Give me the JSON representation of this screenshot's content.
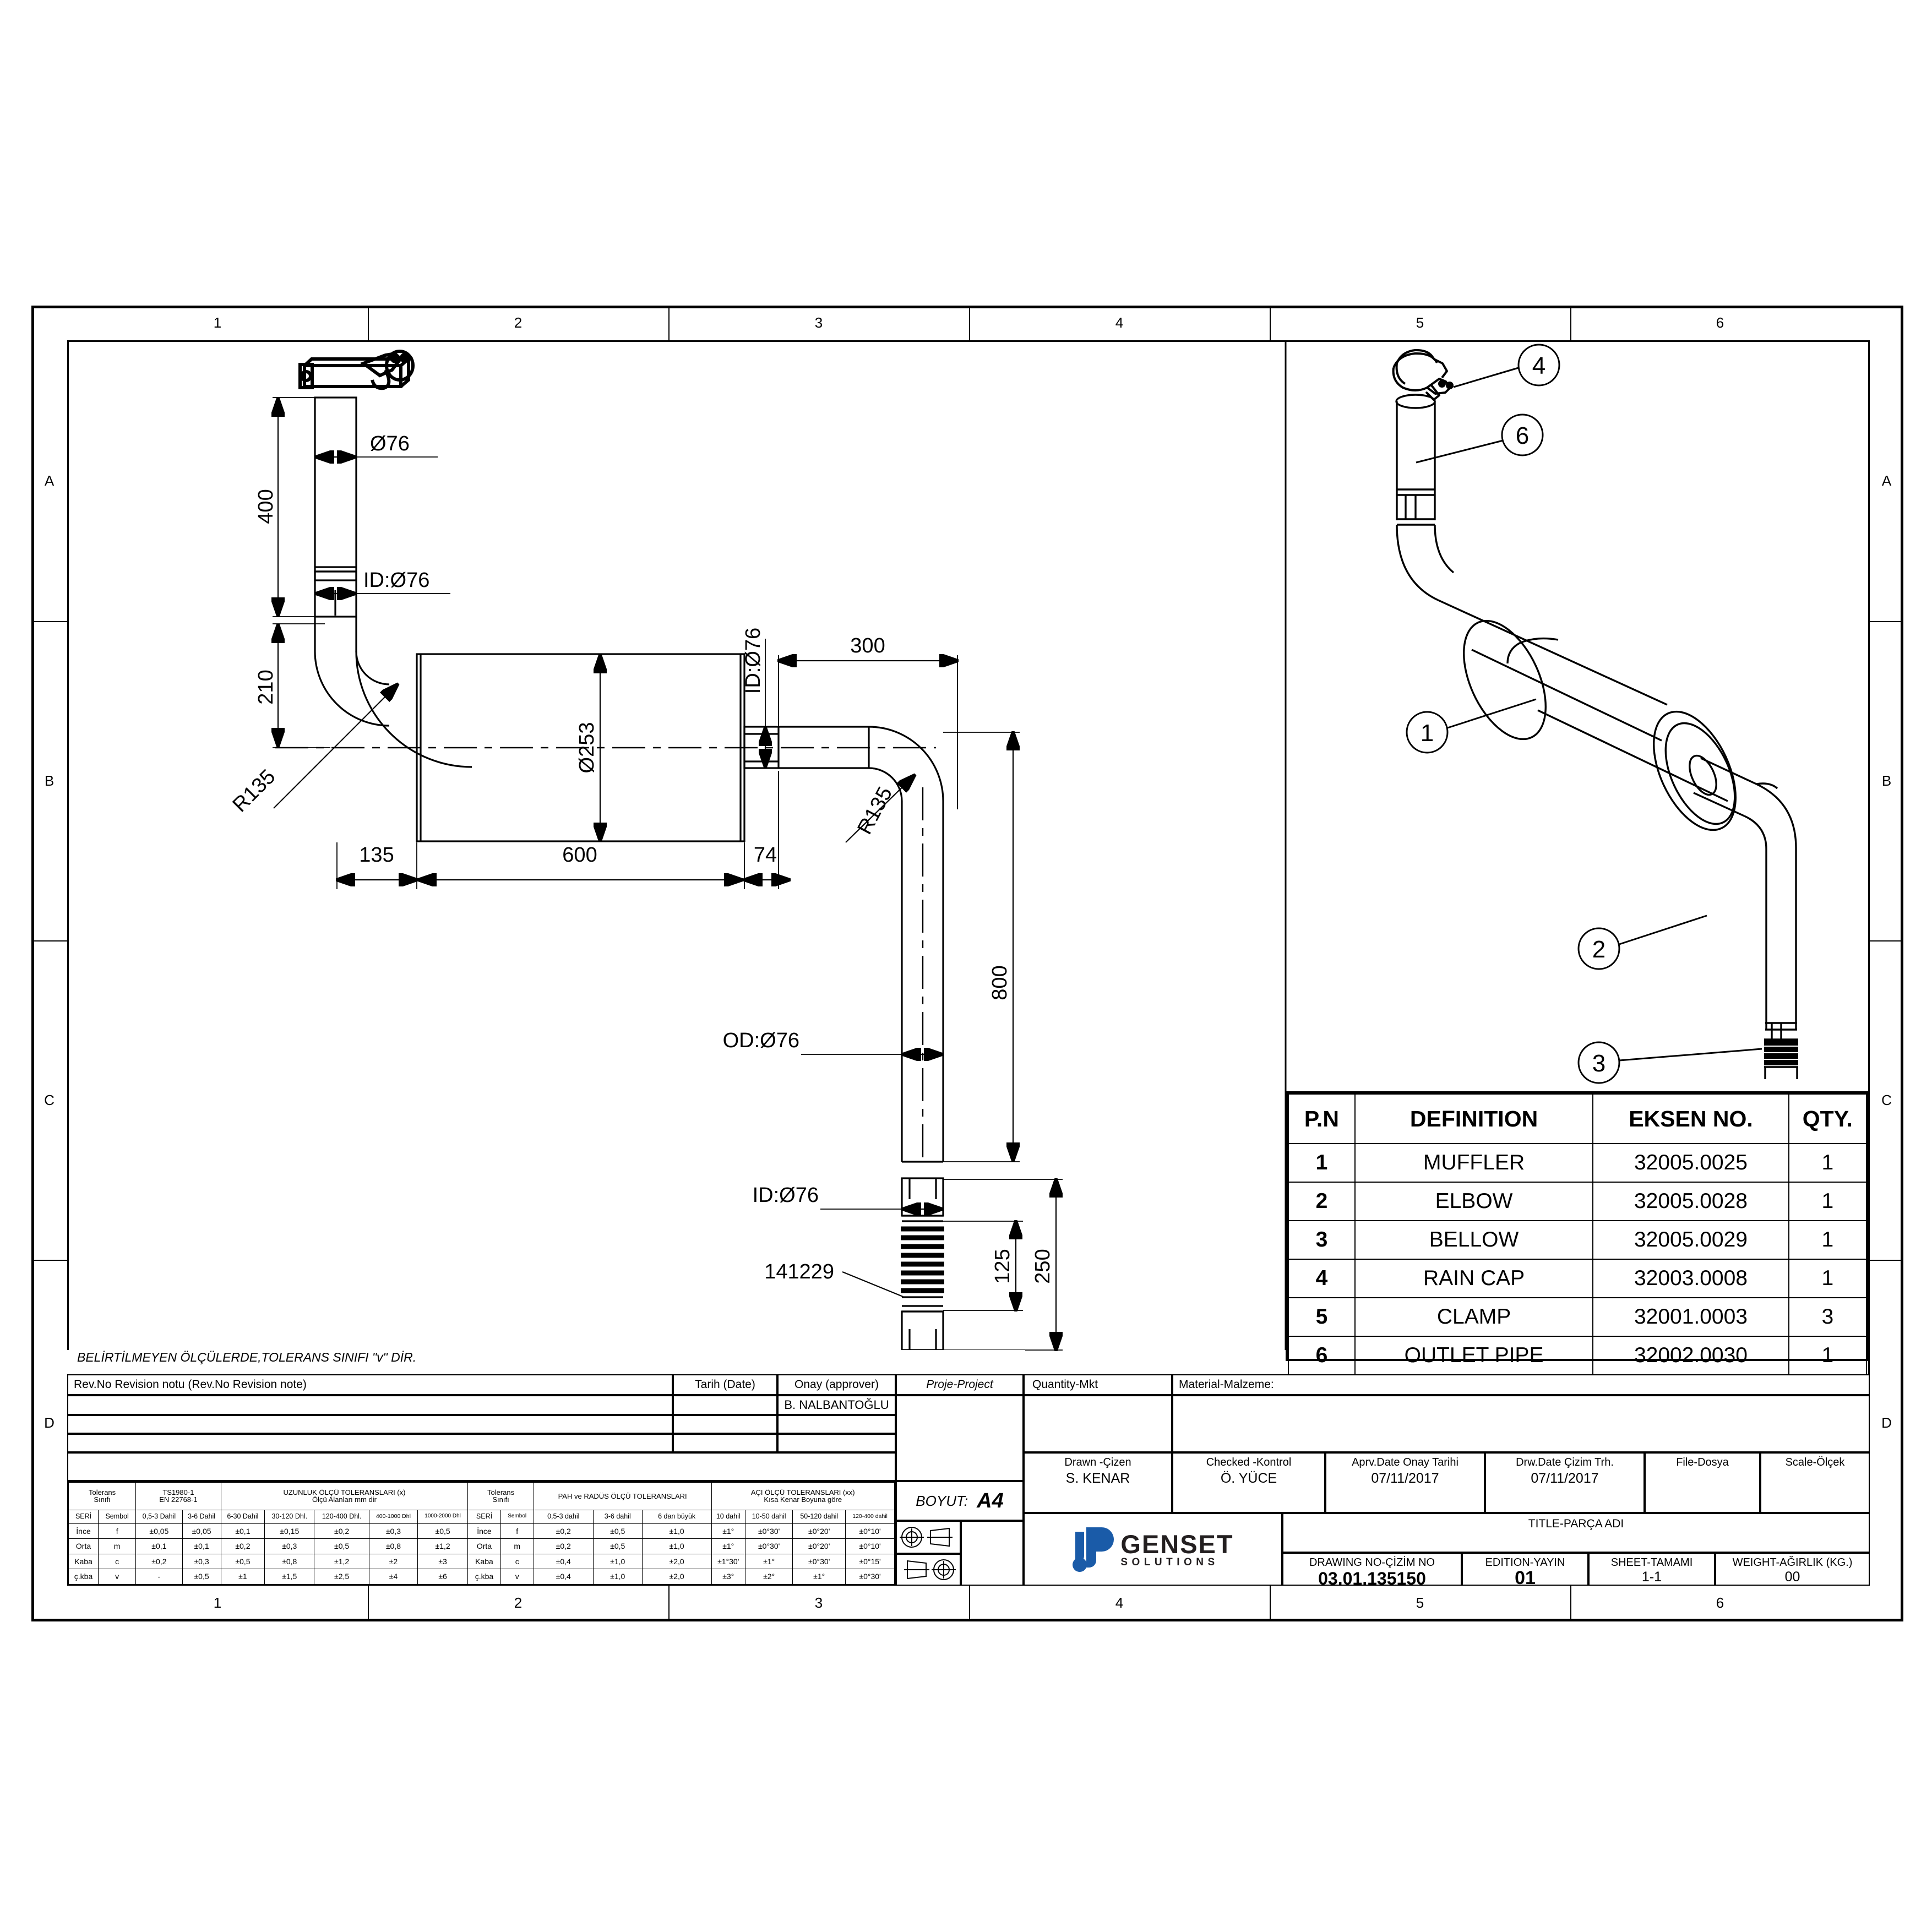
{
  "sheet": {
    "zones_top": [
      "1",
      "2",
      "3",
      "4",
      "5",
      "6"
    ],
    "zones_bottom": [
      "1",
      "2",
      "3",
      "4",
      "5",
      "6"
    ],
    "zones_left": [
      "A",
      "B",
      "C",
      "D"
    ],
    "zones_right": [
      "A",
      "B",
      "C",
      "D"
    ]
  },
  "drawing": {
    "dimensions": {
      "inlet_length": "400",
      "inlet_dia": "Ø76",
      "inlet_id": "ID:Ø76",
      "elbow_drop": "210",
      "elbow_radius_left": "R135",
      "shell_dia": "Ø253",
      "offset_left": "135",
      "shell_length": "600",
      "offset_right": "74",
      "outlet_id_vert": "ID:Ø76",
      "outlet_run": "300",
      "elbow_radius_right": "R135",
      "drop_800": "800",
      "pipe_od": "OD:Ø76",
      "bellow_id_top": "ID:Ø76",
      "bellow_id_bottom": "ID:Ø76",
      "bellow_code": "141229",
      "bellow_len": "125",
      "bellow_total": "250"
    },
    "balloons": [
      "4",
      "6",
      "1",
      "2",
      "3"
    ]
  },
  "bom": {
    "headers": [
      "P.N",
      "DEFINITION",
      "EKSEN NO.",
      "QTY."
    ],
    "rows": [
      {
        "pn": "1",
        "definition": "MUFFLER",
        "eksen": "32005.0025",
        "qty": "1"
      },
      {
        "pn": "2",
        "definition": "ELBOW",
        "eksen": "32005.0028",
        "qty": "1"
      },
      {
        "pn": "3",
        "definition": "BELLOW",
        "eksen": "32005.0029",
        "qty": "1"
      },
      {
        "pn": "4",
        "definition": "RAIN CAP",
        "eksen": "32003.0008",
        "qty": "1"
      },
      {
        "pn": "5",
        "definition": "CLAMP",
        "eksen": "32001.0003",
        "qty": "3"
      },
      {
        "pn": "6",
        "definition": "OUTLET PIPE",
        "eksen": "32002.0030",
        "qty": "1"
      }
    ]
  },
  "title_block": {
    "tolerance_note": "BELİRTİLMEYEN ÖLÇÜLERDE,TOLERANS SINIFI \"v\" DİR.",
    "rev_header": "Rev.No Revision notu  (Rev.No Revision note)",
    "rev_date_header": "Tarih  (Date)",
    "rev_approver_header": "Onay  (approver)",
    "rev_approver_value": "B. NALBANTOĞLU",
    "project_label": "Proje-Project",
    "project_value": "",
    "quantity_label": "Quantity-Mkt",
    "quantity_value": "",
    "material_label": "Material-Malzeme:",
    "material_value": "",
    "drawn_label": "Drawn -Çizen",
    "drawn_value": "S. KENAR",
    "checked_label": "Checked -Kontrol",
    "checked_value": "Ö. YÜCE",
    "aprv_date_label": "Aprv.Date  Onay Tarihi",
    "aprv_date_value": "07/11/2017",
    "drw_date_label": "Drw.Date   Çizim Trh.",
    "drw_date_value": "07/11/2017",
    "file_label": "File-Dosya",
    "file_value": "",
    "scale_label": "Scale-Ölçek",
    "scale_value": "",
    "title_label": "TITLE-PARÇA ADI",
    "title_value": "",
    "drawing_no_label": "DRAWING NO-ÇİZİM NO",
    "drawing_no_value": "03.01.135150",
    "edition_label": "EDITION-YAYIN",
    "edition_value": "01",
    "sheet_label": "SHEET-TAMAMI",
    "sheet_value": "1-1",
    "weight_label": "WEIGHT-AĞIRLIK (KG.)",
    "weight_value": "00",
    "size_label": "BOYUT:",
    "size_value": "A4",
    "logo": {
      "name": "GENSET",
      "tagline": "SOLUTIONS",
      "brand_color": "#1a5ba8",
      "text_color": "#231f20"
    }
  },
  "tolerance_table": {
    "left_block": {
      "class_header": "Tolerans\nSınıfı",
      "std1": "TS1980-1",
      "std2": "EN 22768-1",
      "title1": "UZUNLUK ÖLÇÜ TOLERANSLARI (x)",
      "title2": "Ölçü Alanları mm dir",
      "col_seri": "SERİ",
      "col_sembol": "Sembol",
      "ranges": [
        "0,5-3 Dahil",
        "3-6 Dahil",
        "6-30 Dahil",
        "30-120 Dhl.",
        "120-400 Dhl.",
        "400-1000 Dhl",
        "1000-2000 Dhl"
      ],
      "rows": [
        {
          "name": "İnce",
          "sym": "f",
          "vals": [
            "±0,05",
            "±0,05",
            "±0,1",
            "±0,15",
            "±0,2",
            "±0,3",
            "±0,5"
          ]
        },
        {
          "name": "Orta",
          "sym": "m",
          "vals": [
            "±0,1",
            "±0,1",
            "±0,2",
            "±0,3",
            "±0,5",
            "±0,8",
            "±1,2"
          ]
        },
        {
          "name": "Kaba",
          "sym": "c",
          "vals": [
            "±0,2",
            "±0,3",
            "±0,5",
            "±0,8",
            "±1,2",
            "±2",
            "±3"
          ]
        },
        {
          "name": "ç.kba",
          "sym": "v",
          "vals": [
            "-",
            "±0,5",
            "±1",
            "±1,5",
            "±2,5",
            "±4",
            "±6"
          ]
        }
      ]
    },
    "mid_block": {
      "class_header": "Tolerans\nSınıfı",
      "title": "PAH ve RADÜS ÖLÇÜ TOLERANSLARI",
      "col_seri": "SERİ",
      "col_sembol": "Sembol",
      "ranges": [
        "0,5-3 dahil",
        "3-6 dahil",
        "6 dan büyük"
      ],
      "rows": [
        {
          "name": "İnce",
          "sym": "f",
          "vals": [
            "±0,2",
            "±0,5",
            "±1,0"
          ]
        },
        {
          "name": "Orta",
          "sym": "m",
          "vals": [
            "±0,2",
            "±0,5",
            "±1,0"
          ]
        },
        {
          "name": "Kaba",
          "sym": "c",
          "vals": [
            "±0,4",
            "±1,0",
            "±2,0"
          ]
        },
        {
          "name": "ç.kba",
          "sym": "v",
          "vals": [
            "±0,4",
            "±1,0",
            "±2,0"
          ]
        }
      ]
    },
    "right_block": {
      "title1": "AÇI ÖLÇÜ TOLERANSLARI (xx)",
      "title2": "Kısa Kenar Boyuna göre",
      "ranges": [
        "10 dahil",
        "10-50 dahil",
        "50-120 dahil",
        "120-400 dahil"
      ],
      "rows": [
        {
          "vals": [
            "±1°",
            "±0°30'",
            "±0°20'",
            "±0°10'"
          ]
        },
        {
          "vals": [
            "±1°",
            "±0°30'",
            "±0°20'",
            "±0°10'"
          ]
        },
        {
          "vals": [
            "±1°30'",
            "±1°",
            "±0°30'",
            "±0°15'"
          ]
        },
        {
          "vals": [
            "±3°",
            "±2°",
            "±1°",
            "±0°30'"
          ]
        }
      ]
    }
  }
}
